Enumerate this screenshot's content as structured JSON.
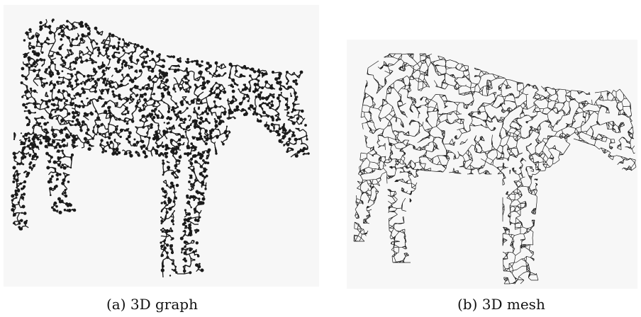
{
  "figure": {
    "subfigures": [
      {
        "id": "a",
        "caption": "(a) 3D graph",
        "content": "horse-wireframe-graph"
      },
      {
        "id": "b",
        "caption": "(b) 3D mesh",
        "content": "horse-wireframe-mesh"
      }
    ],
    "colors": {
      "background": "#f7f7f7",
      "wire": "#1a1a1a"
    }
  }
}
